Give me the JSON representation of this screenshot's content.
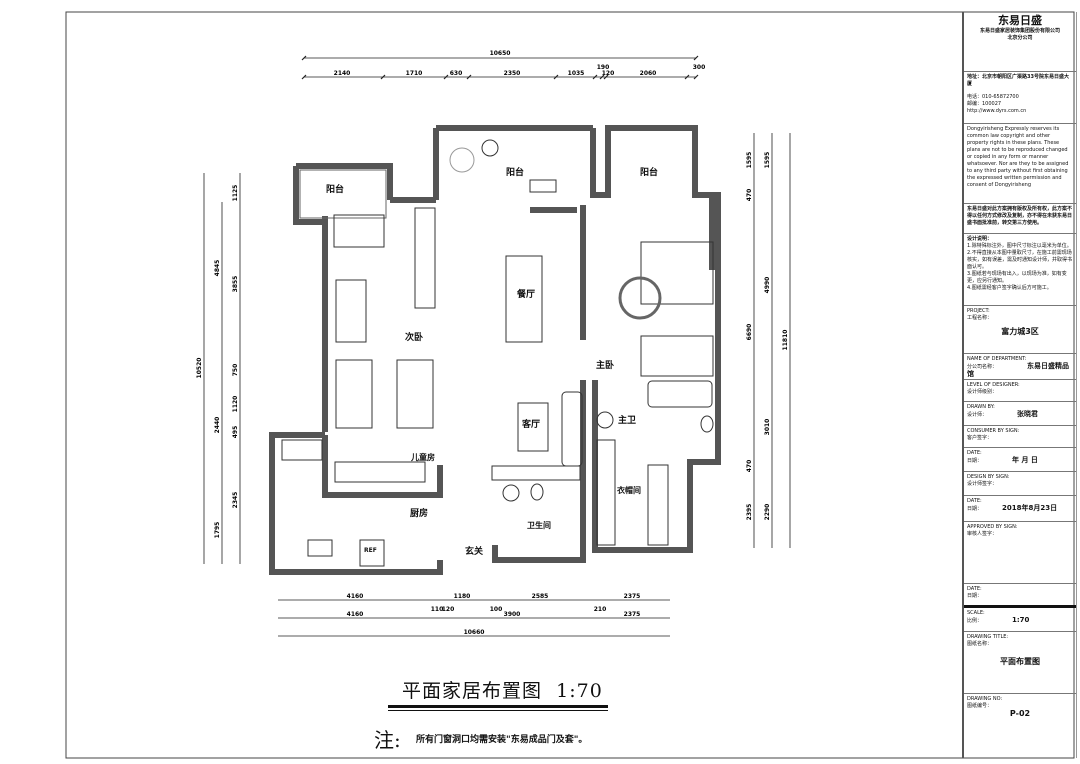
{
  "drawing": {
    "title": "平面家居布置图",
    "scale_label": "1:70",
    "note_mark": "注:",
    "note_text": "所有门窗洞口均需安装\"东易成品门及套\"。"
  },
  "rooms": {
    "balcony_left": "阳台",
    "balcony_center": "阳台",
    "balcony_right": "阳台",
    "second_bedroom": "次卧",
    "dining": "餐厅",
    "living": "客厅",
    "kids_room": "儿童房",
    "kitchen": "厨房",
    "bathroom": "卫生间",
    "entrance": "玄关",
    "master_bedroom": "主卧",
    "master_bath": "主卫",
    "closet": "衣帽间",
    "fridge": "REF"
  },
  "dimensions": {
    "top_total": "10650",
    "top": [
      "2140",
      "1710",
      "630",
      "2350",
      "1035",
      "190",
      "120",
      "2060",
      "300"
    ],
    "bottom_row1": [
      "4160",
      "120",
      "1180",
      "100",
      "2585",
      "2375"
    ],
    "bottom_row2": [
      "4160",
      "110",
      "3900",
      "210",
      "2375"
    ],
    "bottom_total": "10660",
    "left_total": "10520",
    "left_col2": [
      "4845",
      "2440",
      "1795"
    ],
    "left_col3": [
      "1125",
      "3855",
      "750",
      "1120",
      "495",
      "2345"
    ],
    "right_col1": [
      "1595",
      "470",
      "6690",
      "470",
      "2395"
    ],
    "right_col2": [
      "1595",
      "4990",
      "3010",
      "2290"
    ],
    "right_total": "11810"
  },
  "title_block": {
    "company": "东易日盛",
    "company_sub1": "东易日盛家居装饰集团股份有限公司",
    "company_sub2": "北京分公司",
    "address": "地址：北京市朝阳区广渠路33号院东易日盛大厦",
    "phone": "电话：010-65872700",
    "postcode": "邮编：100027",
    "http": "http://www.dyrs.com.cn",
    "copyright_en": "Dongyirisheng Expressly reserves its common law copyright and other property rights in these plans. These plans are not to be reproduced changed or copied in any form or manner whatsoever. Nor are they to be assigned to any third party without first obtaining the expressed written permission and consent of Dongyirisheng",
    "copyright_cn": "东易日盛对此方案拥有版权及所有权，此方案不得以任何方式修改及复制，亦不得在未获东易日盛书面批准前，转交第三方使用。",
    "design_notes_label": "设计说明：",
    "design_notes": [
      "1.除特殊标注外，图中尺寸标注以毫米为单位。",
      "2.不得直接从本图中量取尺寸，在施工前需现场核实，如有误差，需及时通知设计师，并取得书面认可。",
      "3.图纸若与现场有出入，以现场为准，如有变更，应另行通知。",
      "4.图纸需经客户签字确认后方可施工。"
    ],
    "project_label_en": "PROJECT:",
    "project_label_cn": "工程名称：",
    "project_value": "富力城3区",
    "department_en": "NAME OF DEPARTMENT:",
    "department_cn": "分公司名称：",
    "department_value": "东易日盛精品馆",
    "level_en": "LEVEL OF DESIGNER:",
    "level_cn": "设计师级别：",
    "drawn_en": "DRAWN BY:",
    "drawn_cn": "设计师：",
    "drawn_value": "张晓君",
    "consumer_en": "CONSUMER BY SIGN:",
    "consumer_cn": "客户签字：",
    "date1_en": "DATE:",
    "date1_cn": "日期：",
    "date1_value": "年  月  日",
    "design_sign_en": "DESIGN BY SIGN:",
    "design_sign_cn": "设计师签字：",
    "date2_en": "DATE:",
    "date2_cn": "日期：",
    "date2_value": "2018年8月23日",
    "approved_en": "APPROVED BY SIGN:",
    "approved_cn": "审核人签字：",
    "date3_en": "DATE:",
    "date3_cn": "日期：",
    "scale_en": "SCALE:",
    "scale_cn": "比例：",
    "scale_value": "1:70",
    "drawing_title_en": "DRAWING TITLE:",
    "drawing_title_cn": "图纸名称：",
    "drawing_title_value": "平面布置图",
    "drawing_no_en": "DRAWING NO:",
    "drawing_no_cn": "图纸编号：",
    "drawing_no_value": "P-02"
  }
}
